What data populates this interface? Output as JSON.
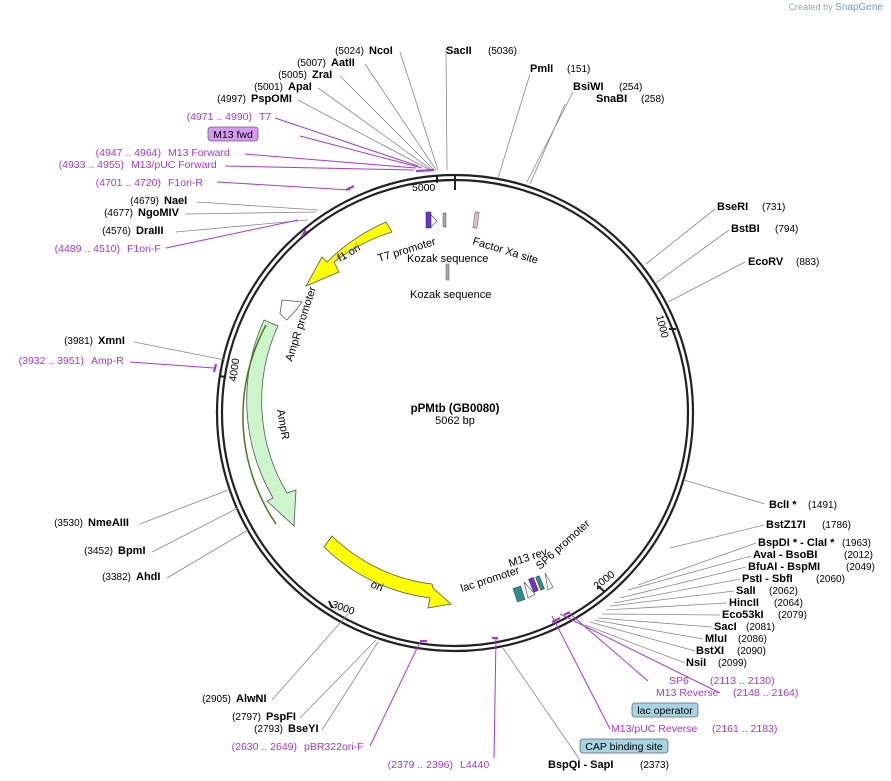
{
  "brand": {
    "prefix": "Created by",
    "name": "SnapGene"
  },
  "plasmid": {
    "name": "pPMtb  (GB0080)",
    "length": "5062 bp"
  },
  "ticks": [
    {
      "label": "1000",
      "rot": -75
    },
    {
      "label": "2000",
      "rot": -40
    },
    {
      "label": "3000",
      "rot": 18
    },
    {
      "label": "4000",
      "rot": 80
    },
    {
      "label": "5000",
      "rot": 0
    }
  ],
  "enzymes_left": [
    {
      "pos": "(5024)",
      "name": "NcoI"
    },
    {
      "pos": "(5007)",
      "name": "AatII"
    },
    {
      "pos": "(5005)",
      "name": "ZraI"
    },
    {
      "pos": "(5001)",
      "name": "ApaI"
    },
    {
      "pos": "(4997)",
      "name": "PspOMI"
    },
    {
      "pos": "(4679)",
      "name": "NaeI"
    },
    {
      "pos": "(4677)",
      "name": "NgoMIV"
    },
    {
      "pos": "(4576)",
      "name": "DraIII"
    },
    {
      "pos": "(3981)",
      "name": "XmnI"
    },
    {
      "pos": "(3530)",
      "name": "NmeAIII"
    },
    {
      "pos": "(3452)",
      "name": "BpmI"
    },
    {
      "pos": "(3382)",
      "name": "AhdI"
    },
    {
      "pos": "(2905)",
      "name": "AlwNI"
    },
    {
      "pos": "(2797)",
      "name": "PspFI"
    },
    {
      "pos": "(2793)",
      "name": "BseYI"
    }
  ],
  "enzymes_right": [
    {
      "name": "SacII",
      "pos": "(5036)"
    },
    {
      "name": "PmlI",
      "pos": "(151)"
    },
    {
      "name": "BsiWI",
      "pos": "(254)"
    },
    {
      "name": "SnaBI",
      "pos": "(258)"
    },
    {
      "name": "BseRI",
      "pos": "(731)"
    },
    {
      "name": "BstBI",
      "pos": "(794)"
    },
    {
      "name": "EcoRV",
      "pos": "(883)"
    },
    {
      "name": "BclI *",
      "pos": "(1491)"
    },
    {
      "name": "BstZ17I",
      "pos": "(1786)"
    },
    {
      "name": "BspDI * - ClaI *",
      "pos": "(1963)"
    },
    {
      "name": "AvaI  - BsoBI",
      "pos": "(2012)"
    },
    {
      "name": "BfuAI  - BspMI",
      "pos": "(2049)"
    },
    {
      "name": "PstI  - SbfI",
      "pos": "(2060)"
    },
    {
      "name": "SalI",
      "pos": "(2062)"
    },
    {
      "name": "HincII",
      "pos": "(2064)"
    },
    {
      "name": "Eco53kI",
      "pos": "(2079)"
    },
    {
      "name": "SacI",
      "pos": "(2081)"
    },
    {
      "name": "MluI",
      "pos": "(2086)"
    },
    {
      "name": "BstXI",
      "pos": "(2090)"
    },
    {
      "name": "NsiI",
      "pos": "(2099)"
    },
    {
      "name": "BspQI  - SapI",
      "pos": "(2373)"
    }
  ],
  "primers": [
    {
      "range": "(4971 .. 4990)",
      "name": "T7"
    },
    {
      "range": "(4947 .. 4964)",
      "name": "M13 Forward"
    },
    {
      "range": "(4933 .. 4955)",
      "name": "M13/pUC Forward"
    },
    {
      "range": "(4701 .. 4720)",
      "name": "F1ori-R"
    },
    {
      "range": "(4489 .. 4510)",
      "name": "F1ori-F"
    },
    {
      "range": "(3932 .. 3951)",
      "name": "Amp-R"
    },
    {
      "range": "(2630 .. 2649)",
      "name": "pBR322ori-F"
    },
    {
      "range": "(2379 .. 2396)",
      "name": "L4440"
    },
    {
      "range": "(2113 .. 2130)",
      "name": "SP6"
    },
    {
      "range": "(2148 .. 2164)",
      "name": "M13 Reverse"
    },
    {
      "range": "(2161 .. 2183)",
      "name": "M13/pUC Reverse"
    }
  ],
  "boxed_features": [
    {
      "name": "M13 fwd",
      "fill": "#d79af2"
    },
    {
      "name": "lac operator",
      "fill": "#a7d4e2"
    },
    {
      "name": "CAP binding site",
      "fill": "#a7d4e2"
    }
  ],
  "features": [
    {
      "name": "f1 ori"
    },
    {
      "name": "T7 promoter"
    },
    {
      "name": "Kozak sequence"
    },
    {
      "name": "Factor Xa site"
    },
    {
      "name": "Kozak sequence"
    },
    {
      "name": "AmpR promoter"
    },
    {
      "name": "AmpR"
    },
    {
      "name": "ori"
    },
    {
      "name": "M13 rev"
    },
    {
      "name": "lac promoter"
    },
    {
      "name": "SP6 promoter"
    }
  ],
  "colors": {
    "primer": "#a23cc9",
    "ori": "#ffff00",
    "ampr": "#ccf5cc",
    "backbone": "#222222"
  }
}
